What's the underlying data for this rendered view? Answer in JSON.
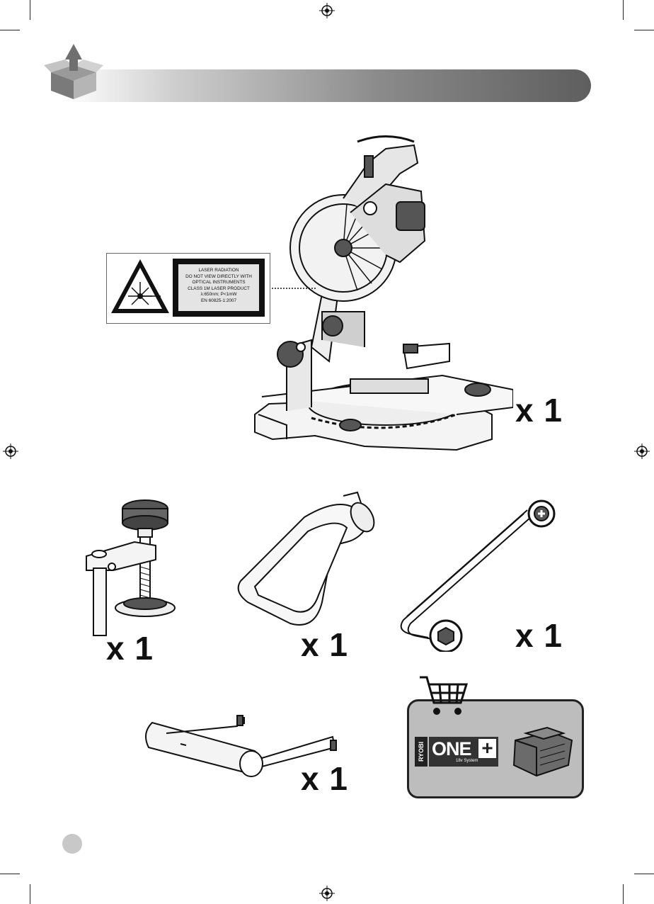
{
  "laser_label": {
    "lines": [
      "LASER RADIATION",
      "DO NOT VIEW DIRECTLY WITH",
      "OPTICAL INSTRUMENTS",
      "CLASS 1M LASER PRODUCT",
      "λ:650nm; P<1mW",
      "EN 60825-1:2007"
    ]
  },
  "items": {
    "saw_qty": "x 1",
    "clamp_qty": "x 1",
    "dust_chute_qty": "x 1",
    "hex_key_qty": "x 1",
    "extension_qty": "x 1"
  },
  "promo": {
    "brand": "RYOBI",
    "logo_main": "ONE",
    "logo_plus": "+",
    "logo_sub": "18v System"
  },
  "icons": [
    "box-upload-icon",
    "laser-warning-icon",
    "shopping-cart-icon",
    "registration-mark-icon"
  ]
}
